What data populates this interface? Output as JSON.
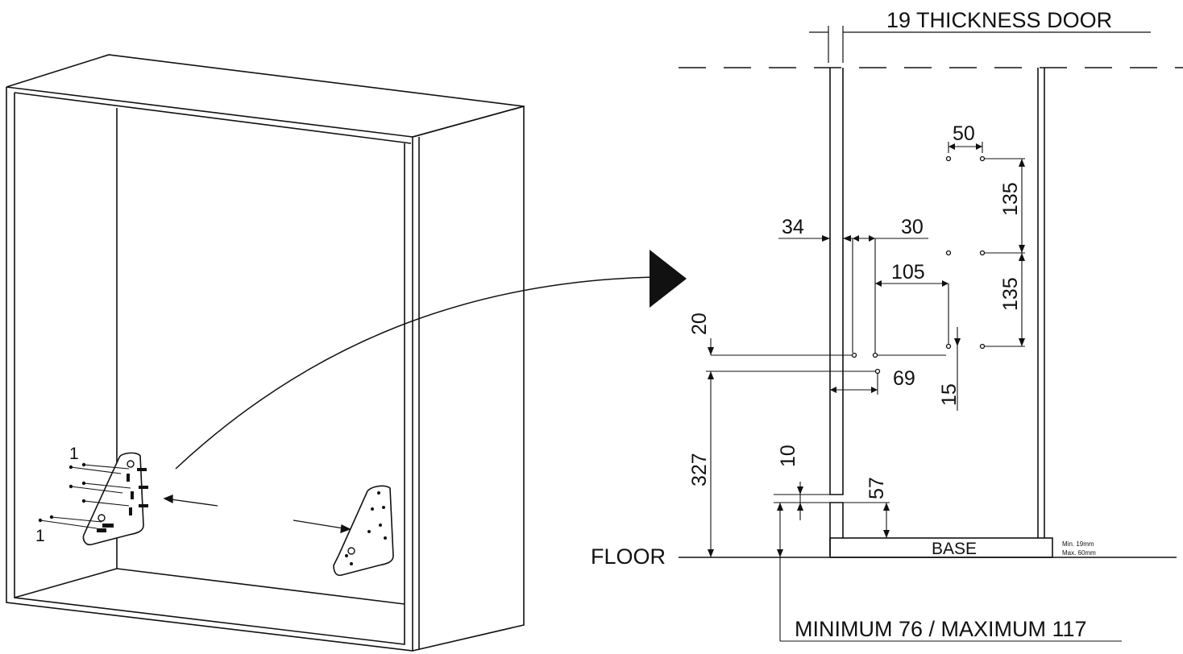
{
  "labels": {
    "door_thickness": "19  THICKNESS DOOR",
    "floor": "FLOOR",
    "base": "BASE",
    "base_min": "Min. 19mm",
    "base_max": "Max. 60mm",
    "plinth_range": "MINIMUM 76 / MAXIMUM 117",
    "part_1_top": "1",
    "part_1_bottom": "1"
  },
  "dimensions": {
    "d50": "50",
    "d135_top": "135",
    "d135_bottom": "135",
    "d34": "34",
    "d30": "30",
    "d105": "105",
    "d20": "20",
    "d69": "69",
    "d15": "15",
    "d327": "327",
    "d10": "10",
    "d57": "57"
  },
  "colors": {
    "line": "#111111",
    "background": "#ffffff"
  }
}
